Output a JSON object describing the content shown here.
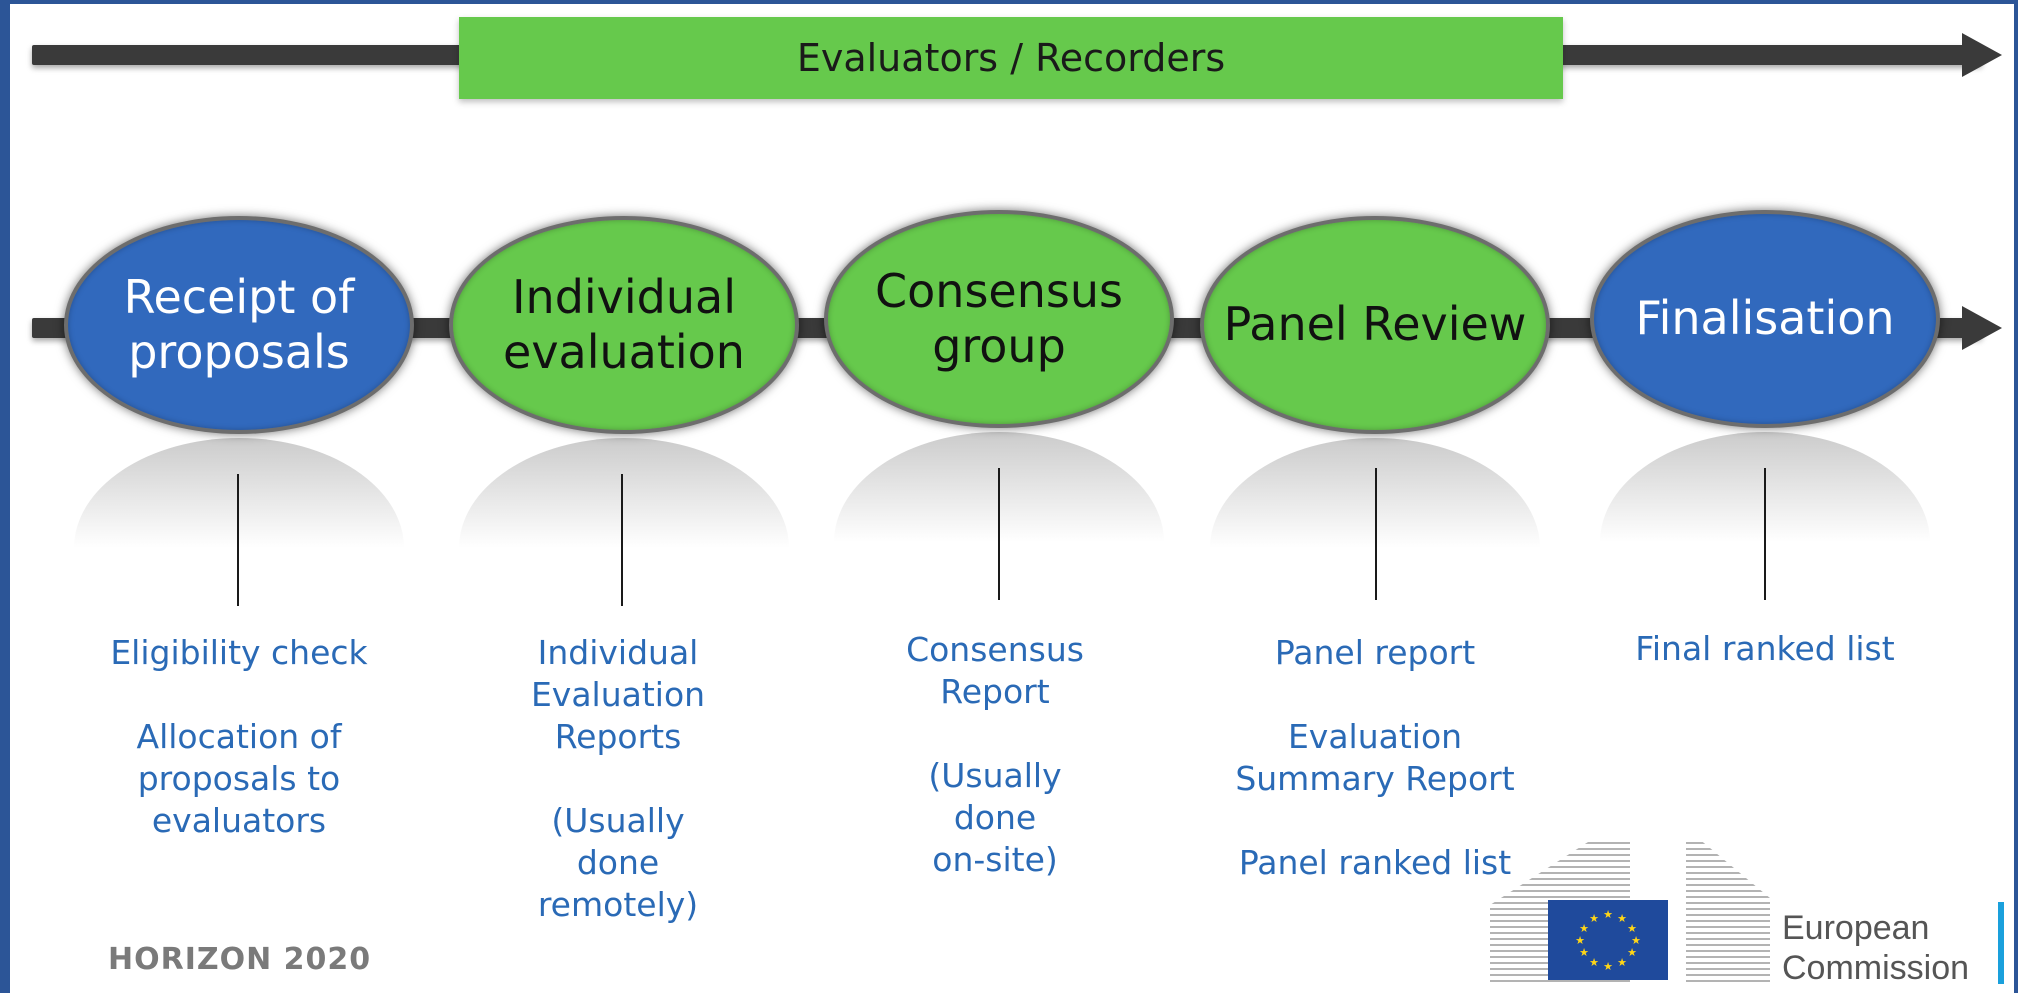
{
  "banner": {
    "label": "Evaluators / Recorders"
  },
  "stages": [
    {
      "title": "Receipt of\nproposals",
      "color": "#3169bd",
      "outputs": [
        "Eligibility check",
        "Allocation of\nproposals to\nevaluators"
      ]
    },
    {
      "title": "Individual\nevaluation",
      "color": "#66c94c",
      "outputs": [
        "Individual\nEvaluation\nReports",
        "(Usually\ndone\nremotely)"
      ]
    },
    {
      "title": "Consensus\ngroup",
      "color": "#66c94c",
      "outputs": [
        "Consensus\nReport",
        "(Usually\ndone\non-site)"
      ]
    },
    {
      "title": "Panel Review",
      "color": "#66c94c",
      "outputs": [
        "Panel report",
        "Evaluation\nSummary Report",
        "Panel ranked list"
      ]
    },
    {
      "title": "Finalisation",
      "color": "#3169bd",
      "outputs": [
        "Final ranked list"
      ]
    }
  ],
  "footer": {
    "program": "HORIZON 2020"
  },
  "logo": {
    "line1": "European",
    "line2": "Commission"
  },
  "colors": {
    "frame": "#2c5597",
    "green": "#66c94c",
    "blue": "#3169bd",
    "text_blue": "#2a6ab6"
  }
}
